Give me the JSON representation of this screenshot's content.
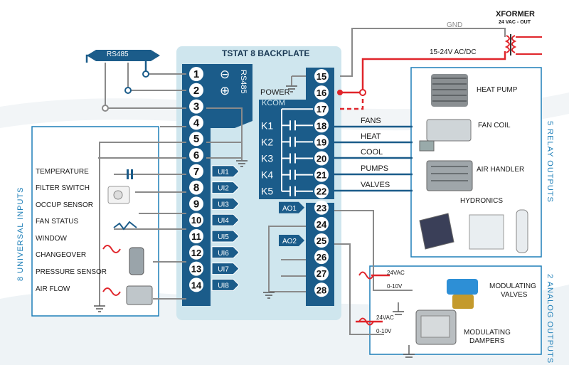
{
  "backplate": {
    "title": "TSTAT 8 BACKPLATE"
  },
  "rs485": {
    "bus_label": "RS485",
    "side_label": "RS485",
    "minus": "⊖",
    "plus": "⊕"
  },
  "xformer": {
    "title": "XFORMER",
    "subtitle": "24 VAC - OUT",
    "gnd": "GND",
    "supply": "15-24V AC/DC"
  },
  "power": {
    "label": "POWER",
    "kcom": "KCOM"
  },
  "terminals": [
    "1",
    "2",
    "3",
    "4",
    "5",
    "6",
    "7",
    "8",
    "9",
    "10",
    "11",
    "12",
    "13",
    "14",
    "15",
    "16",
    "17",
    "18",
    "19",
    "20",
    "21",
    "22",
    "23",
    "24",
    "25",
    "26",
    "27",
    "28"
  ],
  "ui_tags": [
    "UI1",
    "UI2",
    "UI3",
    "UI4",
    "UI5",
    "UI6",
    "UI7",
    "UI8"
  ],
  "ao_tags": [
    "AO1",
    "AO2"
  ],
  "relays": [
    "K1",
    "K2",
    "K3",
    "K4",
    "K5"
  ],
  "relay_outputs": [
    "FANS",
    "HEAT",
    "COOL",
    "PUMPS",
    "VALVES"
  ],
  "universal_inputs": {
    "panel_title": "8 UNIVERSAL INPUTS",
    "items": [
      "TEMPERATURE",
      "FILTER SWITCH",
      "OCCUP SENSOR",
      "FAN STATUS",
      "WINDOW",
      "CHANGEOVER",
      "PRESSURE SENSOR",
      "AIR FLOW"
    ]
  },
  "relay_panel": {
    "panel_title": "5 RELAY OUTPUTS",
    "devices": [
      "HEAT PUMP",
      "FAN COIL",
      "AIR HANDLER",
      "HYDRONICS"
    ]
  },
  "analog_panel": {
    "panel_title": "2 ANALOG OUTPUTS",
    "voltage_top": "24VAC",
    "voltage_bottom": "0-10V",
    "devices": [
      {
        "line1": "MODULATING",
        "line2": "VALVES"
      },
      {
        "line1": "MODULATING",
        "line2": "DAMPERS"
      }
    ]
  },
  "colors": {
    "backplate_bg": "#cfe6ee",
    "terminal_blue": "#1b5c8a",
    "wire_gray": "#8a8a8a",
    "wire_red": "#e0252b",
    "panel_border": "#1e7fb8",
    "accent_text": "#1e7fb8"
  }
}
